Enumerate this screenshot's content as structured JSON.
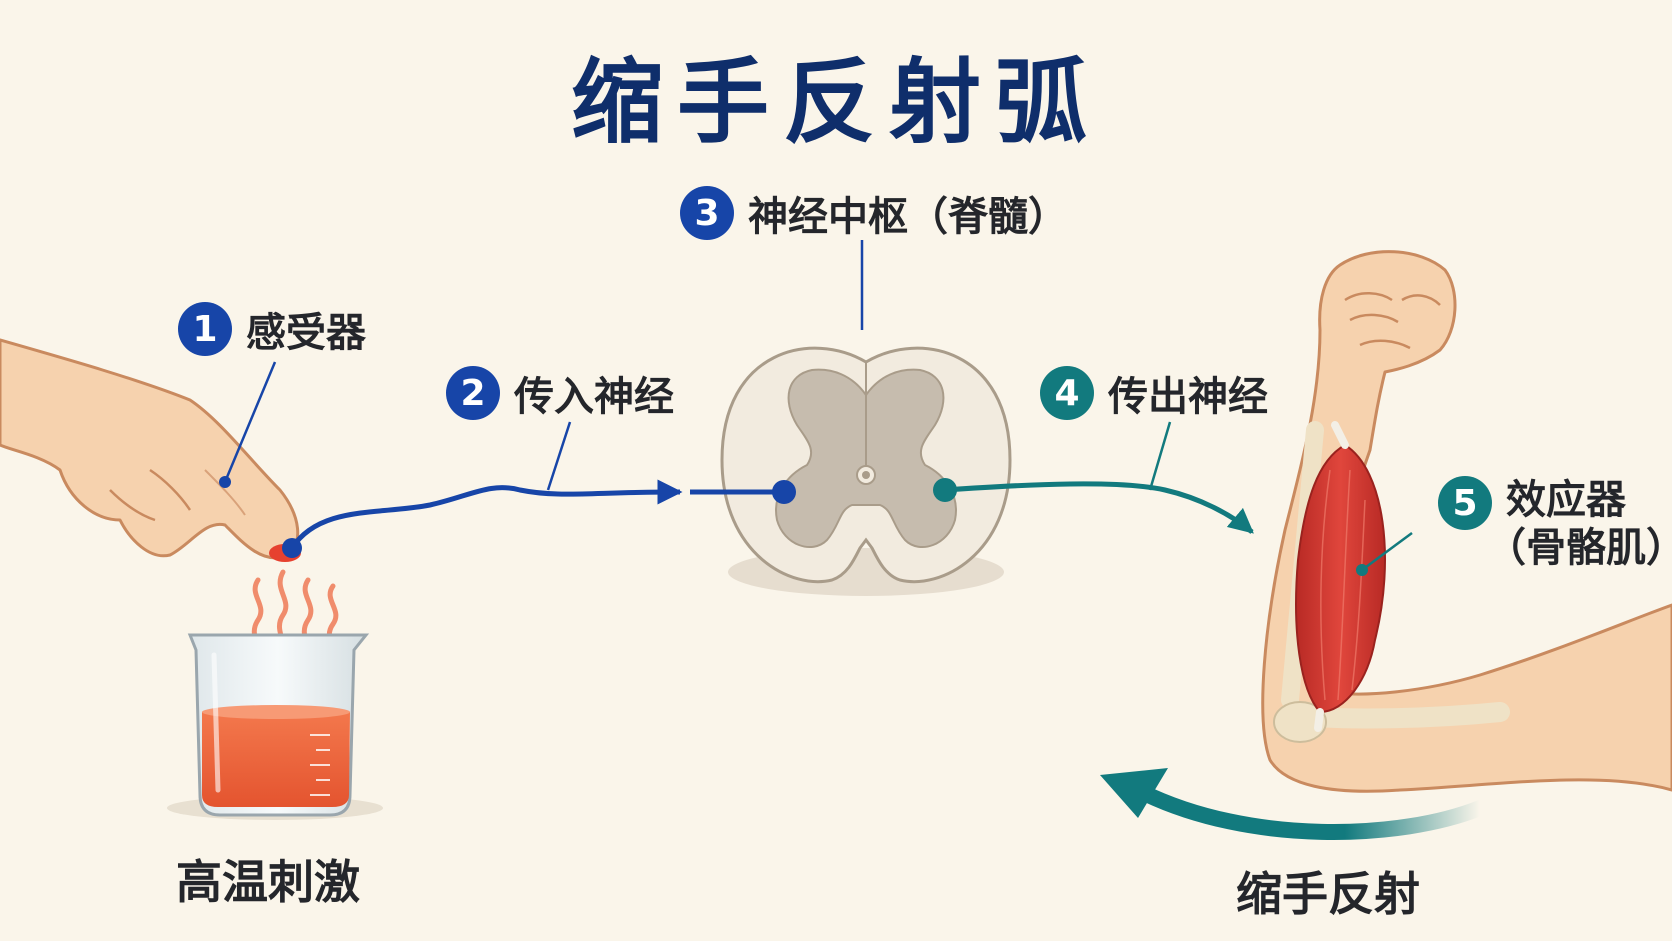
{
  "title": "缩手反射弧",
  "steps": [
    {
      "number": "1",
      "label": "感受器"
    },
    {
      "number": "2",
      "label": "传入神经"
    },
    {
      "number": "3",
      "label": "神经中枢（脊髓）"
    },
    {
      "number": "4",
      "label": "传出神经"
    },
    {
      "number": "5",
      "label": "效应器",
      "sublabel": "（骨骼肌）"
    }
  ],
  "captions": {
    "stimulus": "高温刺激",
    "reflex": "缩手反射"
  },
  "colors": {
    "background": "#faf5ea",
    "title": "#0f2e6b",
    "afferent_blue": "#1745a8",
    "efferent_teal": "#127a7e",
    "muscle_red": "#d23a32",
    "liquid_orange": "#ef6b43",
    "skin": "#f6d2ae",
    "gray_matter": "#c6bcae",
    "white_matter": "#f2ebdf"
  },
  "icons": [
    "finger-icon",
    "beaker-icon",
    "heat-waves-icon",
    "spinal-cord-icon",
    "arm-icon",
    "muscle-icon",
    "curved-arrow-icon"
  ]
}
